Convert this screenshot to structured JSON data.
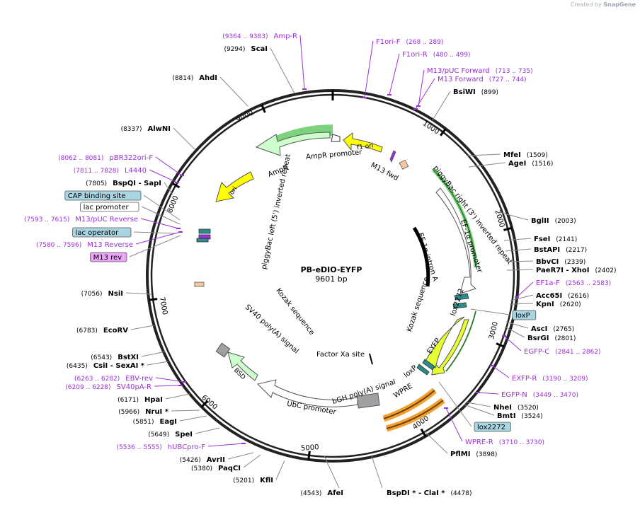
{
  "credit": {
    "prefix": "Created by",
    "brand": "SnapGene"
  },
  "plasmid": {
    "name": "PB-eDIO-EYFP",
    "size": "9601 bp"
  },
  "ruler": [
    "1000",
    "2000",
    "3000",
    "4000",
    "5000",
    "6000",
    "7000",
    "8000",
    "9000"
  ],
  "features": {
    "ampr_promoter": "AmpR promoter",
    "ampr": "AmpR",
    "f1_ori": "f1 ori",
    "m13_fwd": "M13 fwd",
    "pb_right": "piggyBac right (3') inverted repeat",
    "ef1a_promoter": "EF-1α promoter",
    "ef1a_intron": "EF-1α intron A",
    "kozak_right": "Kozak sequence",
    "lox2272": "lox2272",
    "loxp": "loxP",
    "eyfp": "EYFP",
    "factor_xa": "Factor Xa site",
    "wpre": "WPRE",
    "bgh": "bGH poly(A) signal",
    "ubc": "UbC promoter",
    "bsd": "BSD",
    "sv40": "SV40 poly(A) signal",
    "kozak_left": "Kozak sequence",
    "pb_left": "piggyBac left (5') inverted repeat",
    "ori": "ori"
  },
  "right_labels": [
    {
      "id": "f1ori-f",
      "name": "F1ori-F",
      "range": "(268 .. 289)",
      "kind": "primer"
    },
    {
      "id": "f1ori-r",
      "name": "F1ori-R",
      "range": "(480 .. 499)",
      "kind": "primer"
    },
    {
      "id": "m13puc-fwd",
      "name": "M13/pUC Forward",
      "range": "(713 .. 735)",
      "kind": "primer"
    },
    {
      "id": "m13-fwd",
      "name": "M13 Forward",
      "range": "(727 .. 744)",
      "kind": "primer"
    },
    {
      "id": "bsiwi",
      "name": "BsiWI",
      "pos": "(899)",
      "kind": "enzyme"
    },
    {
      "id": "mfei",
      "name": "MfeI",
      "pos": "(1509)",
      "kind": "enzyme"
    },
    {
      "id": "agei",
      "name": "AgeI",
      "pos": "(1516)",
      "kind": "enzyme"
    },
    {
      "id": "bglii",
      "name": "BglII",
      "pos": "(2003)",
      "kind": "enzyme"
    },
    {
      "id": "fsei",
      "name": "FseI",
      "pos": "(2141)",
      "kind": "enzyme"
    },
    {
      "id": "bstapi",
      "name": "BstAPI",
      "pos": "(2217)",
      "kind": "enzyme"
    },
    {
      "id": "bbvci",
      "name": "BbvCI",
      "pos": "(2339)",
      "kind": "enzyme"
    },
    {
      "id": "paer7i",
      "name": "PaeR7I",
      "extra": " - XhoI",
      "pos": "(2402)",
      "kind": "enzyme"
    },
    {
      "id": "ef1a-f",
      "name": "EF1a-F",
      "range": "(2563 .. 2583)",
      "kind": "primer"
    },
    {
      "id": "acc65i",
      "name": "Acc65I",
      "pos": "(2616)",
      "kind": "enzyme"
    },
    {
      "id": "kpni",
      "name": "KpnI",
      "pos": "(2620)",
      "kind": "enzyme"
    },
    {
      "id": "loxp-box",
      "name": "loxP",
      "kind": "feature"
    },
    {
      "id": "asci",
      "name": "AscI",
      "pos": "(2765)",
      "kind": "enzyme"
    },
    {
      "id": "bsrgi",
      "name": "BsrGI",
      "pos": "(2801)",
      "kind": "enzyme"
    },
    {
      "id": "egfp-c",
      "name": "EGFP-C",
      "range": "(2841 .. 2862)",
      "kind": "primer"
    },
    {
      "id": "exfp-r",
      "name": "EXFP-R",
      "range": "(3190 .. 3209)",
      "kind": "primer"
    },
    {
      "id": "egfp-n",
      "name": "EGFP-N",
      "range": "(3449 .. 3470)",
      "kind": "primer"
    },
    {
      "id": "nhei",
      "name": "NheI",
      "pos": "(3520)",
      "kind": "enzyme"
    },
    {
      "id": "bmti",
      "name": "BmtI",
      "pos": "(3524)",
      "kind": "enzyme"
    },
    {
      "id": "lox2272-box",
      "name": "lox2272",
      "kind": "feature"
    },
    {
      "id": "wpre-r",
      "name": "WPRE-R",
      "range": "(3710 .. 3730)",
      "kind": "primer"
    },
    {
      "id": "pflmi",
      "name": "PflMI",
      "pos": "(3898)",
      "kind": "enzyme"
    }
  ],
  "bottom_labels": [
    {
      "id": "afei",
      "name": "AfeI",
      "pos": "(4543)"
    },
    {
      "id": "bspdi",
      "name": "BspDI *",
      "extra": " - ClaI *",
      "pos": "(4478)"
    }
  ],
  "left_labels": [
    {
      "id": "amp-r",
      "name": "Amp-R",
      "range": "(9364 .. 9383)",
      "kind": "primer"
    },
    {
      "id": "scai",
      "name": "ScaI",
      "pos": "(9294)",
      "kind": "enzyme"
    },
    {
      "id": "ahdi",
      "name": "AhdI",
      "pos": "(8814)",
      "kind": "enzyme"
    },
    {
      "id": "alwni",
      "name": "AlwNI",
      "pos": "(8337)",
      "kind": "enzyme"
    },
    {
      "id": "pbr322ori-f",
      "name": "pBR322ori-F",
      "range": "(8062 .. 8081)",
      "kind": "primer"
    },
    {
      "id": "l4440",
      "name": "L4440",
      "range": "(7811 .. 7828)",
      "kind": "primer"
    },
    {
      "id": "bspqi",
      "name": "BspQI",
      "extra": " - SapI",
      "pos": "(7805)",
      "kind": "enzyme"
    },
    {
      "id": "cap-site",
      "name": "CAP binding site",
      "kind": "feature"
    },
    {
      "id": "lac-promoter",
      "name": "lac promoter",
      "kind": "feature-white"
    },
    {
      "id": "m13puc-rev",
      "name": "M13/pUC Reverse",
      "range": "(7593 .. 7615)",
      "kind": "primer"
    },
    {
      "id": "lac-operator",
      "name": "lac operator",
      "kind": "feature"
    },
    {
      "id": "m13-reverse",
      "name": "M13 Reverse",
      "range": "(7580 .. 7596)",
      "kind": "primer"
    },
    {
      "id": "m13-rev",
      "name": "M13 rev",
      "kind": "feature-purple"
    },
    {
      "id": "nsii",
      "name": "NsiI",
      "pos": "(7056)",
      "kind": "enzyme"
    },
    {
      "id": "ecorv",
      "name": "EcoRV",
      "pos": "(6783)",
      "kind": "enzyme"
    },
    {
      "id": "bstxi",
      "name": "BstXI",
      "pos": "(6543)",
      "kind": "enzyme"
    },
    {
      "id": "csii",
      "name": "CsiI",
      "extra": " - SexAI *",
      "pos": "(6435)",
      "kind": "enzyme"
    },
    {
      "id": "ebv-rev",
      "name": "EBV-rev",
      "range": "(6263 .. 6282)",
      "kind": "primer"
    },
    {
      "id": "sv40pa-r",
      "name": "SV40pA-R",
      "range": "(6209 .. 6228)",
      "kind": "primer"
    },
    {
      "id": "hpai",
      "name": "HpaI",
      "pos": "(6171)",
      "kind": "enzyme"
    },
    {
      "id": "nrui",
      "name": "NruI *",
      "pos": "(5966)",
      "kind": "enzyme"
    },
    {
      "id": "eagi",
      "name": "EagI",
      "pos": "(5851)",
      "kind": "enzyme"
    },
    {
      "id": "spei",
      "name": "SpeI",
      "pos": "(5649)",
      "kind": "enzyme"
    },
    {
      "id": "hubcpro-f",
      "name": "hUBCpro-F",
      "range": "(5536 .. 5555)",
      "kind": "primer"
    },
    {
      "id": "avrii",
      "name": "AvrII",
      "pos": "(5426)",
      "kind": "enzyme"
    },
    {
      "id": "paqci",
      "name": "PaqCI",
      "pos": "(5380)",
      "kind": "enzyme"
    },
    {
      "id": "kfli",
      "name": "KflI",
      "pos": "(5201)",
      "kind": "enzyme"
    }
  ],
  "colors": {
    "backbone": "#222222",
    "primer": "#9b30d9",
    "enzyme": "#000000",
    "leader": "#888888",
    "yellow": "#ffff00",
    "lightgreen": "#ccffcc",
    "lime": "#e6ff33",
    "orange": "#f0a030",
    "feature_box": "#a9d4e2",
    "purple_box": "#e8a6f5",
    "peach": "#f5c7a0",
    "gray": "#a0a0a0"
  }
}
